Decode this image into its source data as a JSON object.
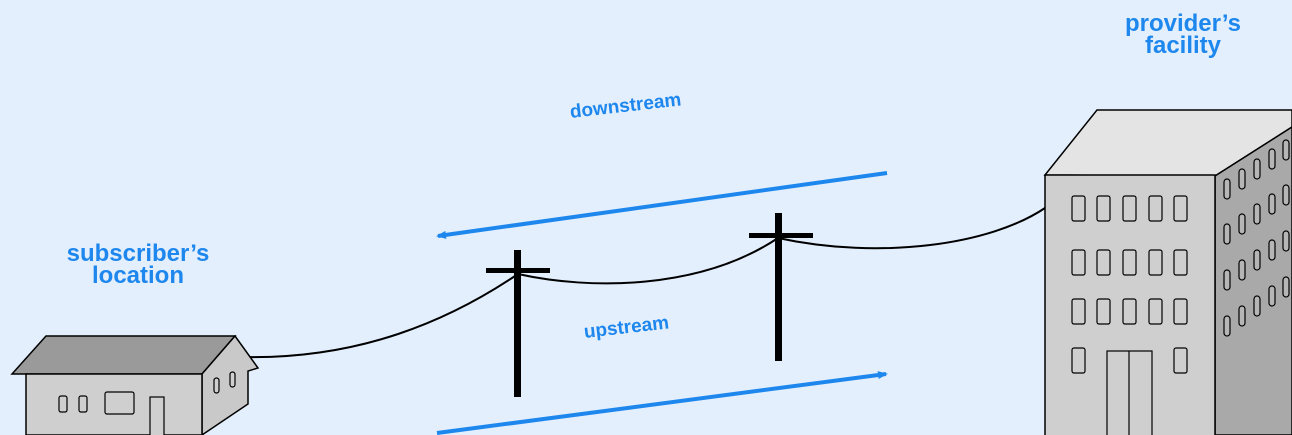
{
  "labels": {
    "provider_line1": "provider’s",
    "provider_line2": "facility",
    "subscriber_line1": "subscriber’s",
    "subscriber_line2": "location",
    "downstream": "downstream",
    "upstream": "upstream"
  },
  "colors": {
    "background": "#e3effc",
    "accent": "#1e87ee",
    "wire": "#000000",
    "building_front": "#cfcfcf",
    "building_side": "#a9a9a9",
    "building_top": "#e4e4e4",
    "house_roof": "#9a9a9a"
  },
  "icons": {
    "provider": "office-building-icon",
    "subscriber": "house-icon",
    "pole": "utility-pole-icon"
  }
}
